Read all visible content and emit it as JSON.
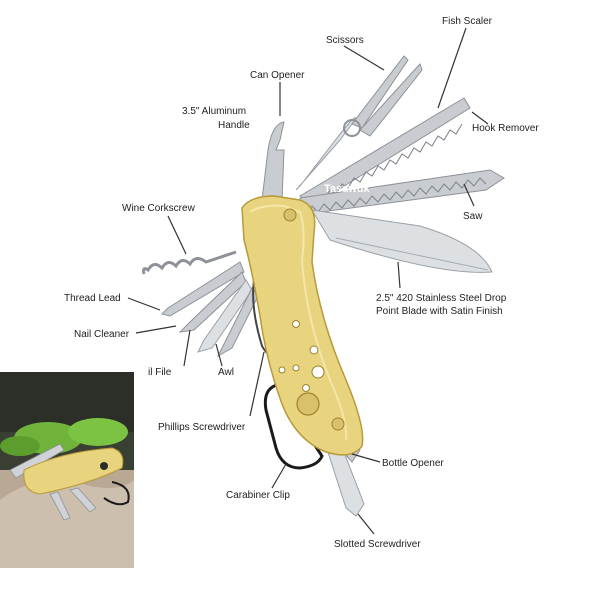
{
  "watermark": "Tasawuk",
  "colors": {
    "handle": "#e8d37e",
    "handle_edge": "#b89a3a",
    "steel": "#c9ccd0",
    "inset_bg": "#2d3a22",
    "moss": "#6fb33a"
  },
  "labels": {
    "fish_scaler": "Fish Scaler",
    "scissors": "Scissors",
    "can_opener": "Can Opener",
    "handle_line1": "3.5\" Aluminum",
    "handle_line2": "Handle",
    "hook_remover": "Hook Remover",
    "wine_corkscrew": "Wine Corkscrew",
    "saw": "Saw",
    "thread_lead": "Thread Lead",
    "blade_line1": "2.5\" 420 Stainless Steel Drop",
    "blade_line2": "Point Blade with Satin Finish",
    "nail_cleaner": "Nail Cleaner",
    "nail_file": "il File",
    "awl": "Awl",
    "phillips": "Phillips Screwdriver",
    "bottle_opener": "Bottle Opener",
    "carabiner": "Carabiner Clip",
    "slotted": "Slotted Screwdriver"
  }
}
